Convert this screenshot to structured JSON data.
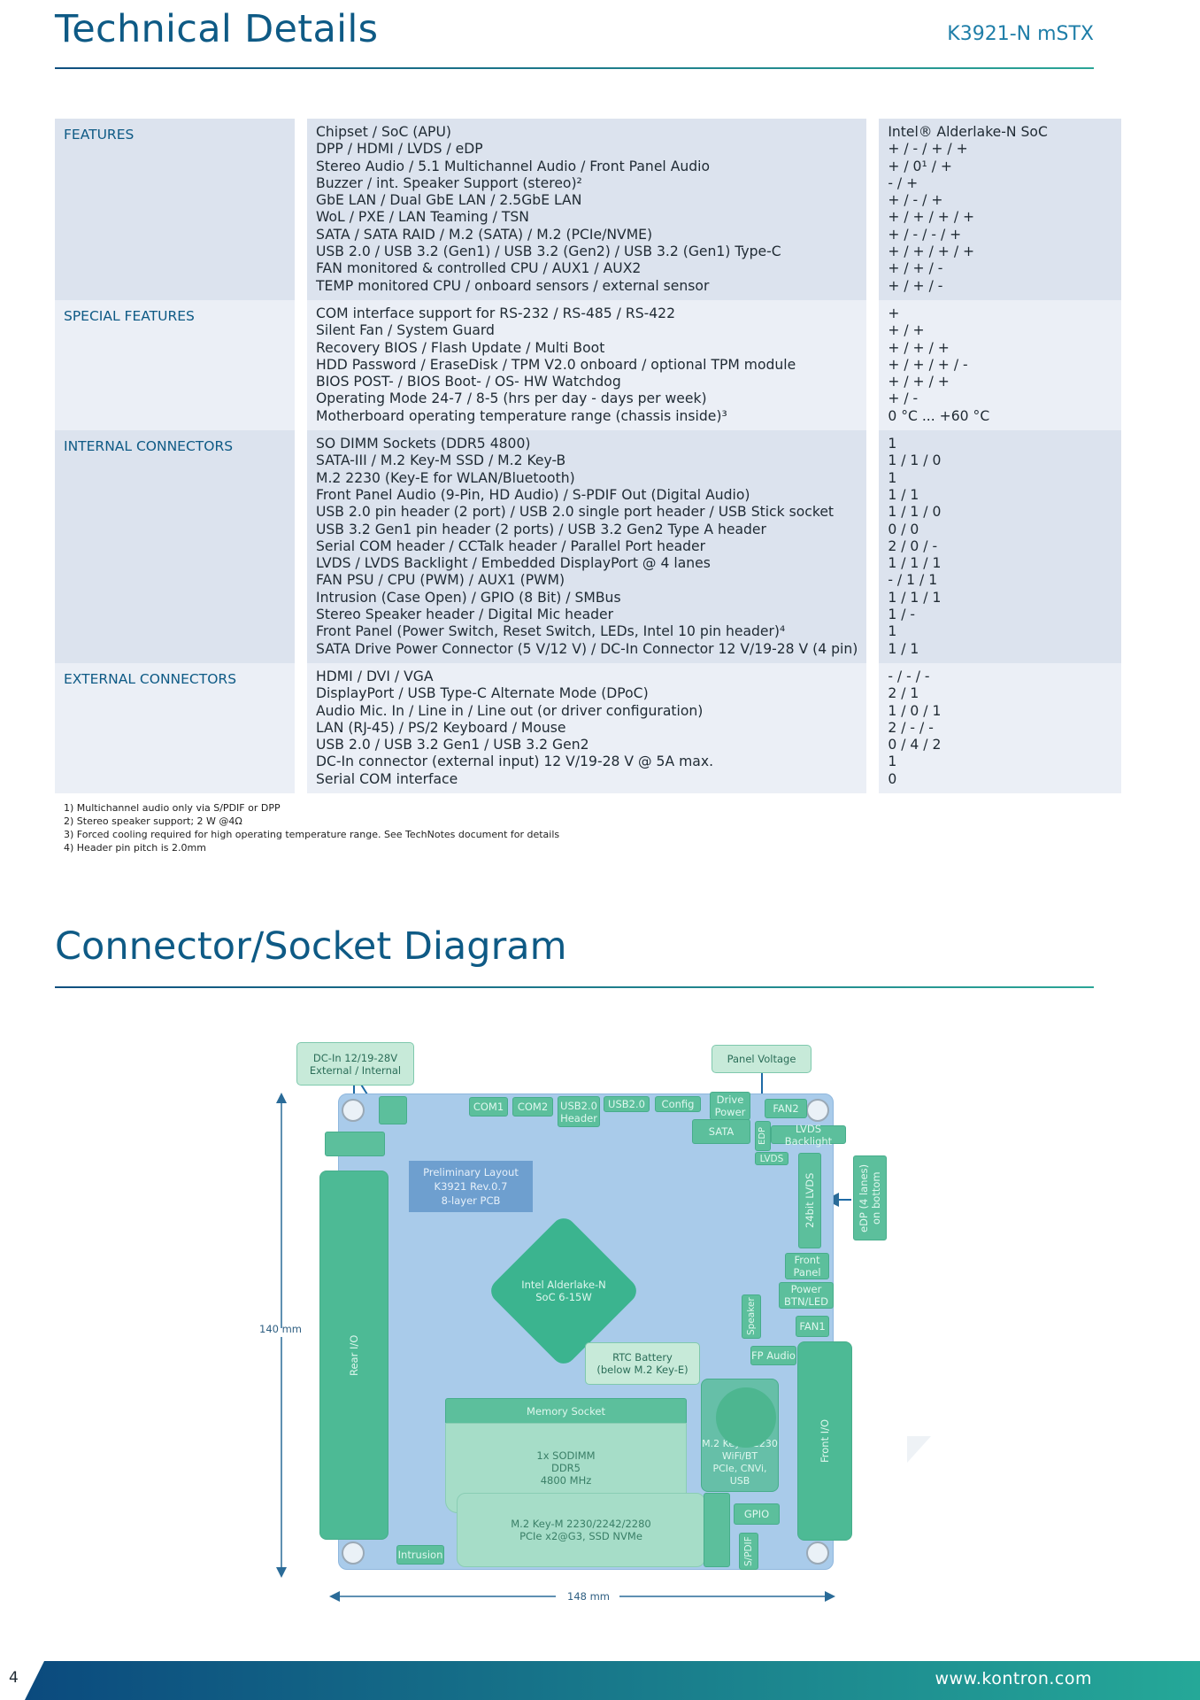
{
  "header": {
    "title": "Technical Details",
    "model": "K3921-N mSTX"
  },
  "spec_table": [
    {
      "category": "FEATURES",
      "rows": [
        [
          "Chipset / SoC (APU)",
          "Intel® Alderlake-N SoC"
        ],
        [
          "DPP / HDMI / LVDS / eDP",
          "+ / - / + / +"
        ],
        [
          "Stereo Audio / 5.1 Multichannel Audio / Front Panel Audio",
          "+ / 0¹ / +"
        ],
        [
          "Buzzer / int. Speaker Support (stereo)²",
          "- / +"
        ],
        [
          "GbE LAN / Dual GbE LAN / 2.5GbE LAN",
          "+ / - / +"
        ],
        [
          "WoL / PXE / LAN Teaming / TSN",
          "+ / + / + / +"
        ],
        [
          "SATA / SATA RAID / M.2 (SATA) / M.2 (PCIe/NVME)",
          "+ / - / - / +"
        ],
        [
          "USB 2.0 / USB 3.2 (Gen1) / USB 3.2 (Gen2) / USB 3.2 (Gen1) Type-C",
          "+ / + / + / +"
        ],
        [
          "FAN monitored & controlled CPU / AUX1 / AUX2",
          "+ / + / -"
        ],
        [
          "TEMP monitored CPU / onboard sensors / external sensor",
          "+ / + / -"
        ]
      ]
    },
    {
      "category": "SPECIAL FEATURES",
      "rows": [
        [
          "COM interface support for RS-232 / RS-485 / RS-422",
          "+"
        ],
        [
          "Silent Fan / System Guard",
          "+ / +"
        ],
        [
          "Recovery BIOS / Flash Update / Multi Boot",
          "+ / + / +"
        ],
        [
          "HDD Password / EraseDisk / TPM V2.0 onboard / optional TPM module",
          "+ / + / + / -"
        ],
        [
          "BIOS POST- / BIOS Boot- / OS-  HW Watchdog",
          "+ / + / +"
        ],
        [
          "Operating Mode 24-7 / 8-5 (hrs per day - days per week)",
          "+ / -"
        ],
        [
          "Motherboard operating temperature range (chassis inside)³",
          "0 °C ... +60 °C"
        ]
      ]
    },
    {
      "category": "INTERNAL CONNECTORS",
      "rows": [
        [
          "SO DIMM Sockets (DDR5 4800)",
          "1"
        ],
        [
          "SATA-III / M.2 Key-M SSD / M.2 Key-B",
          "1 / 1 / 0"
        ],
        [
          "M.2 2230 (Key-E for WLAN/Bluetooth)",
          "1"
        ],
        [
          "Front Panel Audio (9-Pin, HD Audio) / S-PDIF Out (Digital Audio)",
          "1 / 1"
        ],
        [
          "USB 2.0 pin header (2 port) / USB 2.0 single port header /  USB Stick socket",
          "1 / 1 / 0"
        ],
        [
          "USB 3.2 Gen1 pin header (2 ports) / USB 3.2 Gen2 Type A header",
          "0 / 0"
        ],
        [
          "Serial COM header / CCTalk header / Parallel Port header",
          "2 / 0 / -"
        ],
        [
          "LVDS / LVDS Backlight / Embedded DisplayPort @ 4 lanes",
          "1 / 1 / 1"
        ],
        [
          "FAN PSU / CPU (PWM) / AUX1 (PWM)",
          "- / 1 / 1"
        ],
        [
          "Intrusion (Case Open) / GPIO (8 Bit) / SMBus",
          "1 / 1 / 1"
        ],
        [
          "Stereo Speaker header / Digital Mic header",
          "1 / -"
        ],
        [
          "Front Panel (Power Switch, Reset Switch, LEDs, Intel 10 pin header)⁴",
          "1"
        ],
        [
          "SATA Drive Power Connector (5 V/12 V) / DC-In Connector 12 V/19-28 V (4 pin)",
          "1 / 1"
        ]
      ]
    },
    {
      "category": "EXTERNAL CONNECTORS",
      "rows": [
        [
          "HDMI / DVI / VGA",
          "- / - / -"
        ],
        [
          "DisplayPort / USB Type-C Alternate Mode (DPoC)",
          "2 / 1"
        ],
        [
          "Audio Mic. In / Line in / Line out (or driver configuration)",
          "1 / 0 / 1"
        ],
        [
          "LAN (RJ-45) / PS/2 Keyboard / Mouse",
          "2 / - / -"
        ],
        [
          "USB 2.0 / USB 3.2 Gen1 / USB 3.2 Gen2",
          "0 / 4 / 2"
        ],
        [
          "DC-In connector (external input) 12 V/19-28 V @ 5A max.",
          "1"
        ],
        [
          "Serial COM interface",
          "0"
        ]
      ]
    }
  ],
  "footnotes": [
    "1) Multichannel audio only via S/PDIF or DPP",
    "2) Stereo speaker support; 2 W @4Ω",
    "3) Forced cooling required for high operating temperature range. See TechNotes document for details",
    "4) Header pin pitch is 2.0mm"
  ],
  "section2": {
    "title": "Connector/Socket Diagram"
  },
  "diagram": {
    "dc_in": "DC-In 12/19-28V\nExternal / Internal",
    "panel_voltage": "Panel Voltage",
    "com1": "COM1",
    "com2": "COM2",
    "usb20_header": "USB2.0\nHeader",
    "usb20": "USB2.0",
    "config": "Config",
    "drive_power": "Drive\nPower",
    "fan2": "FAN2",
    "sata": "SATA",
    "edp": "EDP",
    "lvds_backlight": "LVDS Backlight",
    "lvds": "LVDS",
    "lvds24": "24bit LVDS",
    "edp_bottom": "eDP (4 lanes)\non bottom",
    "prelim": "Preliminary Layout\nK3921 Rev.0.7\n8-layer PCB",
    "soc": "Intel Alderlake-N\nSoC 6-15W",
    "front_panel": "Front\nPanel",
    "power_btn": "Power\nBTN/LED",
    "speaker": "Speaker",
    "fan1": "FAN1",
    "fp_audio": "FP Audio",
    "rtc": "RTC Battery\n(below M.2 Key-E)",
    "rear_io": "Rear I/O",
    "front_io": "Front I/O",
    "memory_socket": "Memory Socket",
    "sodimm": "1x SODIMM\nDDR5\n4800 MHz",
    "m2e": "M.2 Key-E 2230\nWiFi/BT\nPCIe, CNVi, USB",
    "m2m": "M.2 Key-M 2230/2242/2280\nPCIe x2@G3,  SSD NVMe",
    "gpio": "GPIO",
    "spdif": "S/PDIF",
    "intrusion": "Intrusion",
    "dim_h": "140 mm",
    "dim_w": "148 mm"
  },
  "footer": {
    "page_number": "4",
    "url": "www.kontron.com"
  },
  "colors": {
    "brand_blue": "#0e5a85",
    "brand_teal": "#2aa596",
    "board_blue": "#a9cbea",
    "connector_green": "#5cbf9c"
  }
}
